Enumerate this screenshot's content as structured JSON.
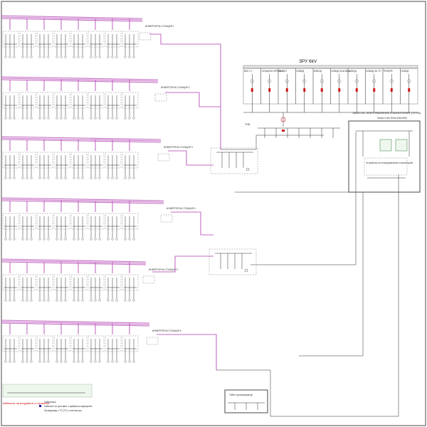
{
  "ru": {
    "title": "ЗРУ 6kV",
    "tn_label": "ТНН",
    "cells": [
      "ВКЛ.Т.1",
      "СЕКЦИОН.ПРЕКЪСВ.",
      "ВКЛ.Т.2",
      "ИЗВОД",
      "ИЗВОД",
      "ИЗВОД КЪМ ВЕЦ",
      "ИЗВОД",
      "ИЗВОД ЗА ТП",
      "РЕЗЕРВ",
      "ИЗВОД"
    ]
  },
  "panel": {
    "title": "ТАБЛО ЗА ТЕЛЕУПРАВЛЕНИЕ И МОНИТОРИНГ (ТУ/ТМ)",
    "subtitle": "Панел 0,4kV 800х1200х2000",
    "rtu_caption": "Устройство за телеуправление и мониторинг"
  },
  "notes": {
    "legend_title": "Забележка:",
    "legend_line1": "Кабелите се доставят с фабрично маркиране",
    "legend_line2": "Проводници с ТО (ТУ) с контактори",
    "red_note": "Кабелите на входовете и стрингите"
  },
  "groups": [
    {
      "bus_tag": "ИНВЕРТОРНА СТАНЦИЯ 1"
    },
    {
      "bus_tag": "ИНВЕРТОРНА СТАНЦИЯ 2"
    },
    {
      "bus_tag": "ИНВЕРТОРНА СТАНЦИЯ 3"
    },
    {
      "bus_tag": "ИНВЕРТОРНА СТАНЦИЯ 4"
    },
    {
      "bus_tag": "ИНВЕРТОРНА СТАНЦИЯ 5"
    },
    {
      "bus_tag": "ИНВЕРТОРНА СТАНЦИЯ 6"
    }
  ],
  "bottom_box": {
    "title": "Табло трансформатор"
  },
  "colors": {
    "bus": "#c36bc3",
    "protection": "#d01818",
    "panel_green": "#2e7d32",
    "frame": "#4a4a4a"
  }
}
